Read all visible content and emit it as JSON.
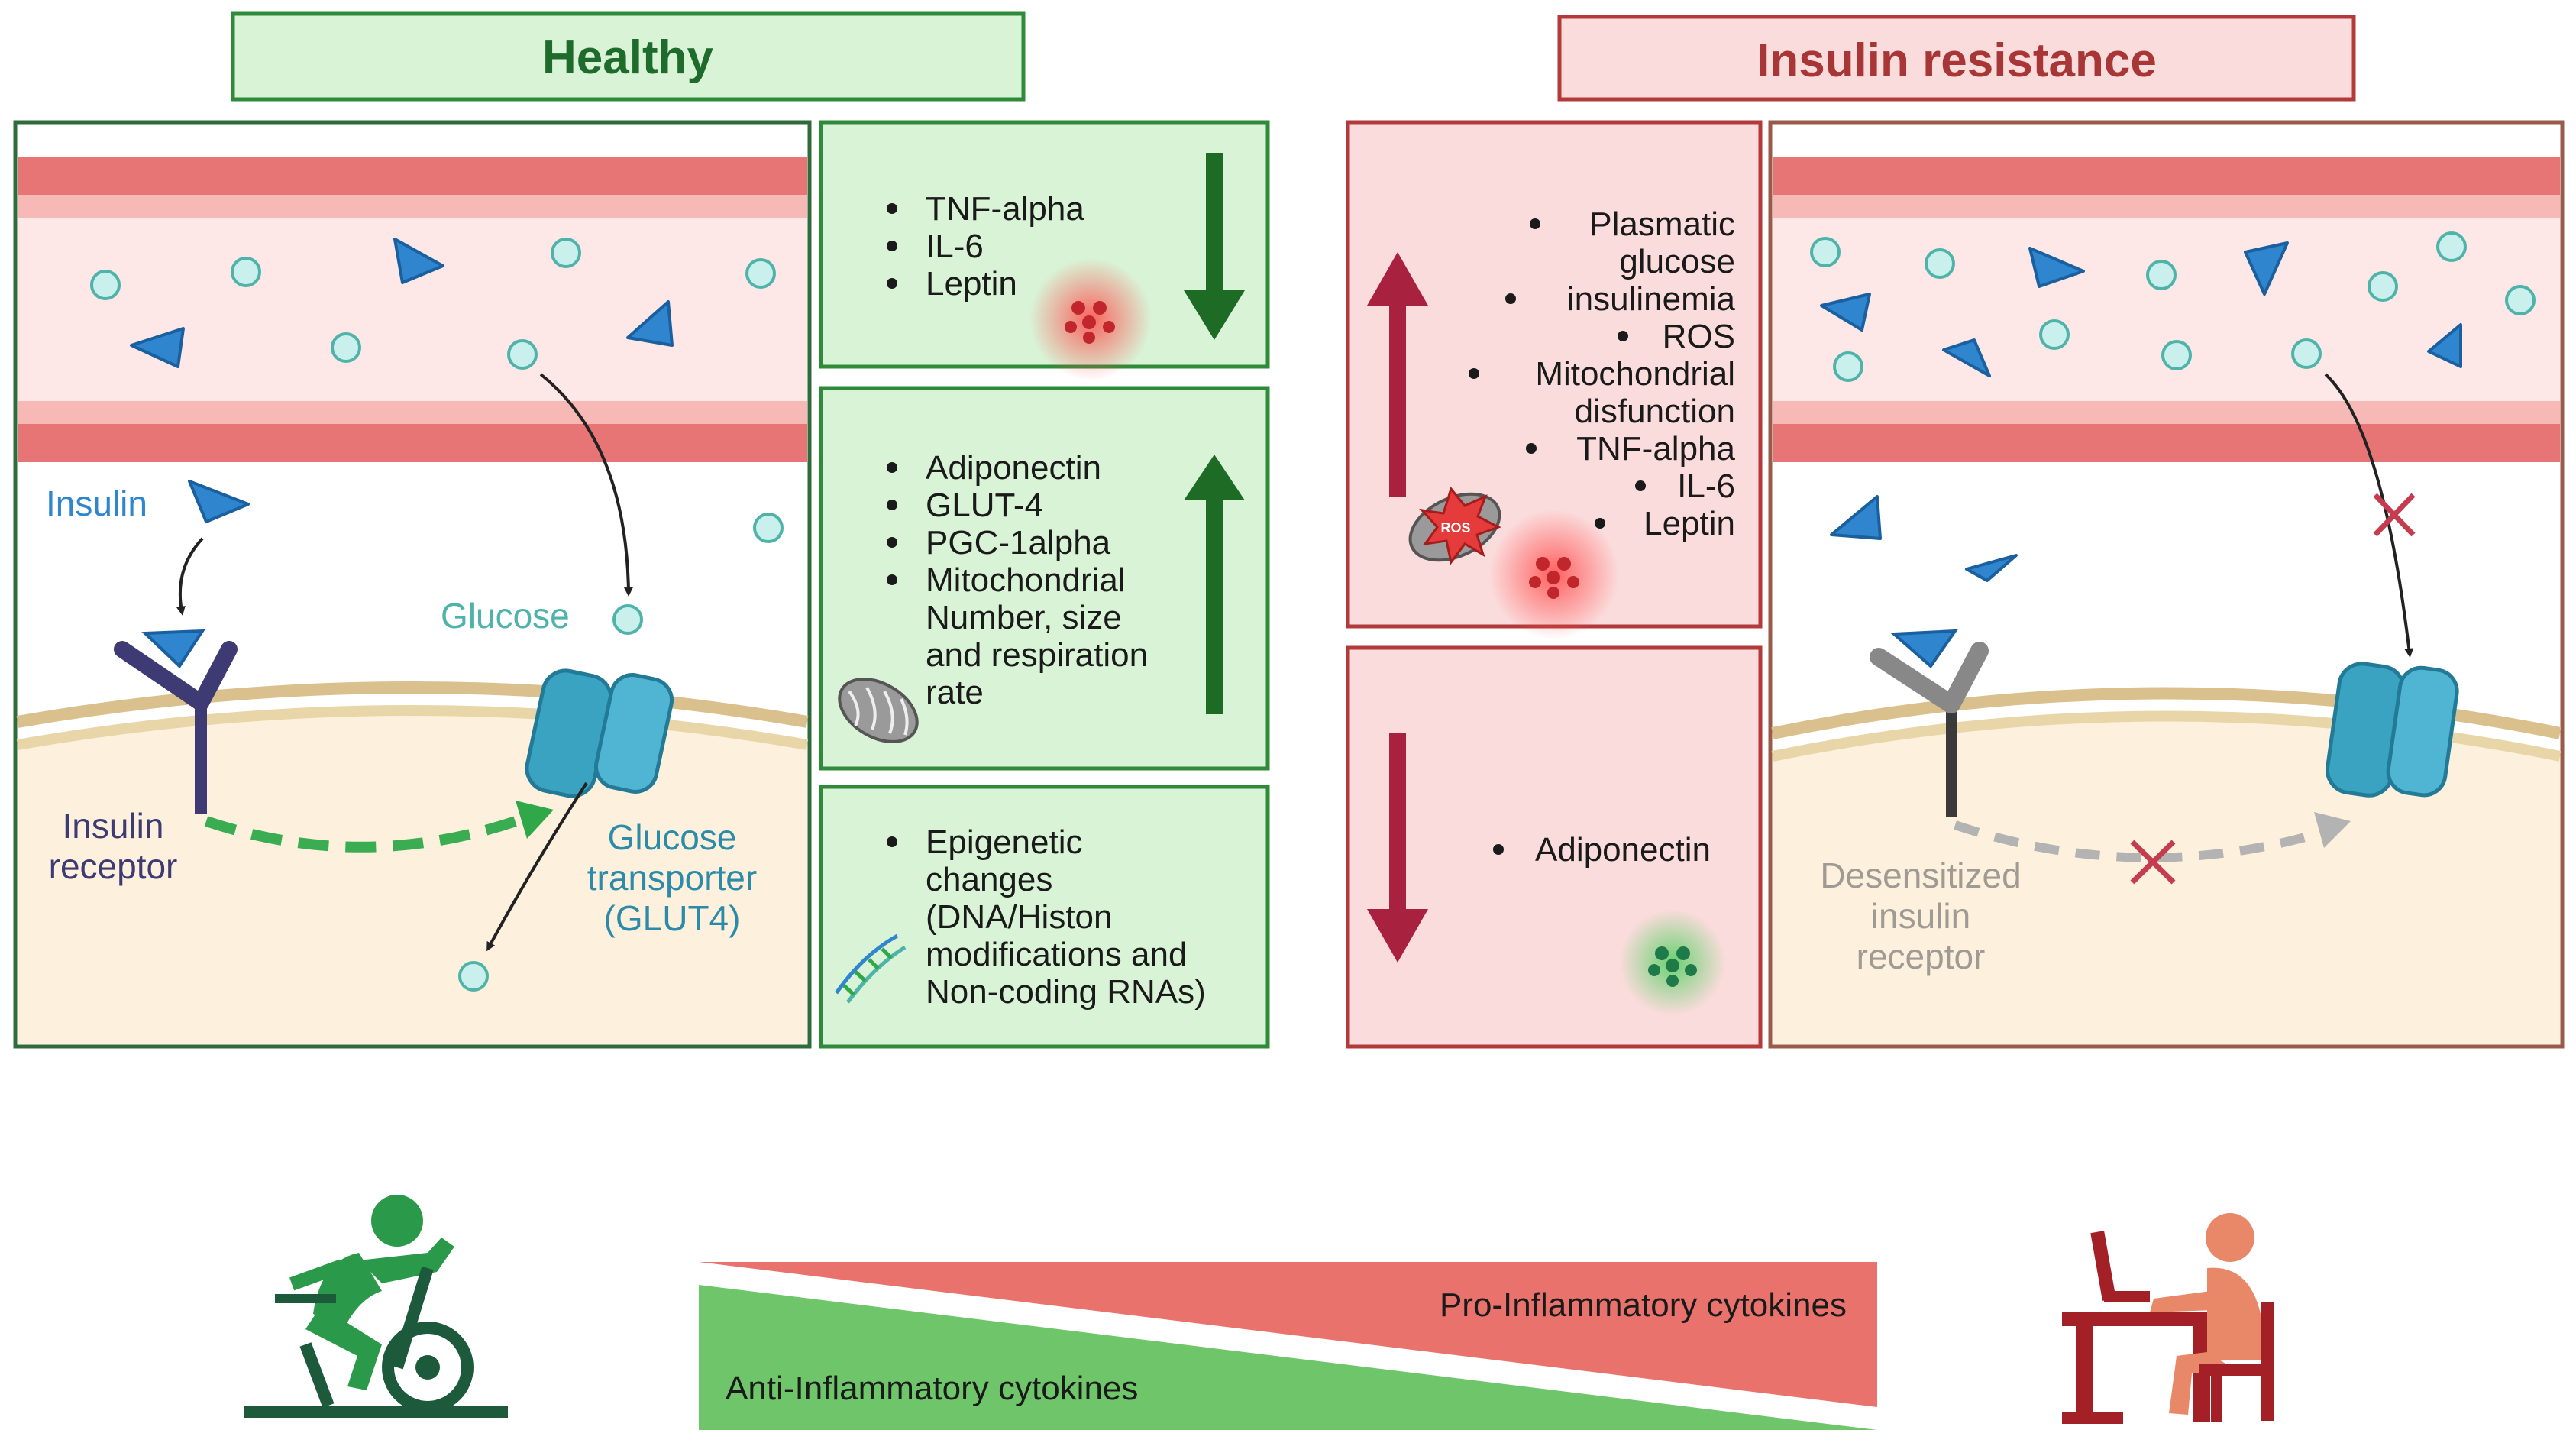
{
  "healthy": {
    "title": "Healthy",
    "labels": {
      "insulin": "Insulin",
      "glucose": "Glucose",
      "receptor": [
        "Insulin",
        "receptor"
      ],
      "transporter": [
        "Glucose",
        "transporter",
        "(GLUT4)"
      ]
    },
    "box_decrease": [
      "TNF-alpha",
      "IL-6",
      "Leptin"
    ],
    "box_increase": [
      "Adiponectin",
      "GLUT-4",
      "PGC-1alpha",
      "Mitochondrial",
      "Number, size",
      "and respiration",
      "rate"
    ],
    "box_epigenetic": [
      "Epigenetic",
      "changes",
      "(DNA/Histon",
      "modifications and",
      "Non-coding RNAs)"
    ]
  },
  "resistance": {
    "title": "Insulin resistance",
    "box_increase": [
      "Plasmatic",
      "glucose",
      "insulinemia",
      "ROS",
      "Mitochondrial",
      "disfunction",
      "TNF-alpha",
      "IL-6",
      "Leptin"
    ],
    "box_decrease": [
      "Adiponectin"
    ],
    "ros_badge": "ROS",
    "labels": {
      "receptor": [
        "Desensitized",
        "insulin",
        "receptor"
      ]
    }
  },
  "footer": {
    "pro_label": "Pro-Inflammatory cytokines",
    "anti_label": "Anti-Inflammatory cytokines"
  },
  "colors": {
    "healthy_green": "#1f6b2b",
    "healthy_fill": "#d9f3d6",
    "resistance_red": "#a83636",
    "resistance_fill": "#fbdcdc",
    "vessel_wall": "#e87575",
    "glucose": "#7ccfc7",
    "insulin": "#2f86cf",
    "transporter": "#3aa3c2",
    "pro_inflammatory": "#e9736c",
    "anti_inflammatory": "#6fc66a"
  }
}
